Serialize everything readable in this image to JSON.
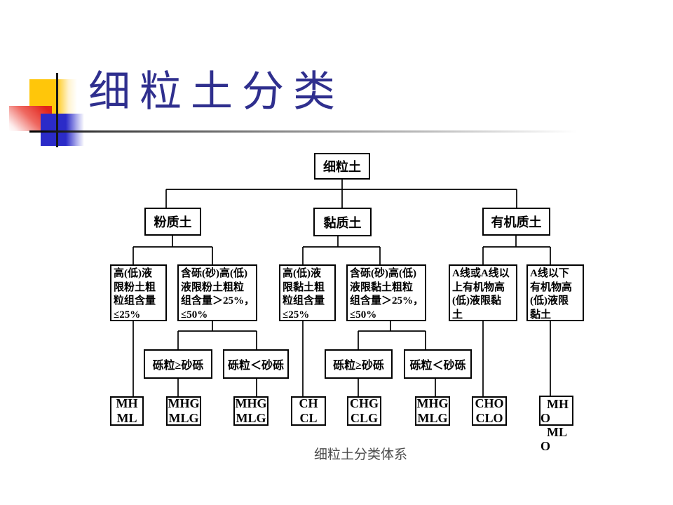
{
  "slide": {
    "title": "细粒土分类",
    "caption": "细粒土分类体系"
  },
  "colors": {
    "title_text": "#2f2f8e",
    "caption_text": "#4d4d4d",
    "box_border": "#000000",
    "connector": "#000000",
    "deco_yellow": "#ffc60a",
    "deco_red": "#e2231a",
    "deco_blue": "#2b2bc8"
  },
  "diagram": {
    "root": {
      "label": "细粒土"
    },
    "level2": [
      {
        "label": "粉质土"
      },
      {
        "label": "黏质土"
      },
      {
        "label": "有机质土"
      }
    ],
    "level3": [
      {
        "label": "高(低)液\n限粉土粗\n粒组含量\n≤25%"
      },
      {
        "label": "含砾(砂)高(低)\n液限粉土粗粒\n组含量＞25%，\n≤50%"
      },
      {
        "label": "高(低)液\n限黏土粗\n粒组含量\n≤25%"
      },
      {
        "label": "含砾(砂)高(低)\n液限黏土粗粒\n组含量＞25%，\n≤50%"
      },
      {
        "label": "A线或A线以\n上有机物高\n(低)液限黏\n土"
      },
      {
        "label": "A线以下\n有机物高\n(低)液限\n黏土"
      }
    ],
    "level4": [
      {
        "label": "砾粒≥砂砾"
      },
      {
        "label": "砾粒＜砂砾"
      },
      {
        "label": "砾粒≥砂砾"
      },
      {
        "label": "砾粒＜砂砾"
      }
    ],
    "leaves": [
      {
        "label": "MH\nML"
      },
      {
        "label": "MHG\nMLG"
      },
      {
        "label": "MHG\nMLG"
      },
      {
        "label": "CH\nCL"
      },
      {
        "label": "CHG\nCLG"
      },
      {
        "label": "MHG\nMLG"
      },
      {
        "label": "CHO\nCLO"
      },
      {
        "label": "  MH\nO\n  ML\nO"
      }
    ]
  }
}
